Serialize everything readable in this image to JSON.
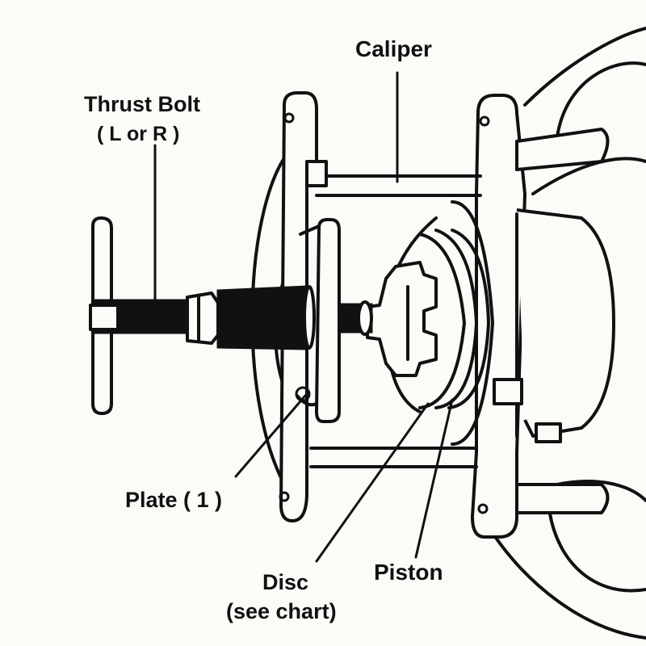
{
  "labels": {
    "caliper": "Caliper",
    "thrust_bolt": "Thrust Bolt",
    "thrust_bolt_note": "( L or R )",
    "plate": "Plate ( 1 )",
    "disc": "Disc",
    "disc_note": "(see chart)",
    "piston": "Piston"
  },
  "colors": {
    "line": "#111111",
    "background": "#fbfbf8"
  }
}
